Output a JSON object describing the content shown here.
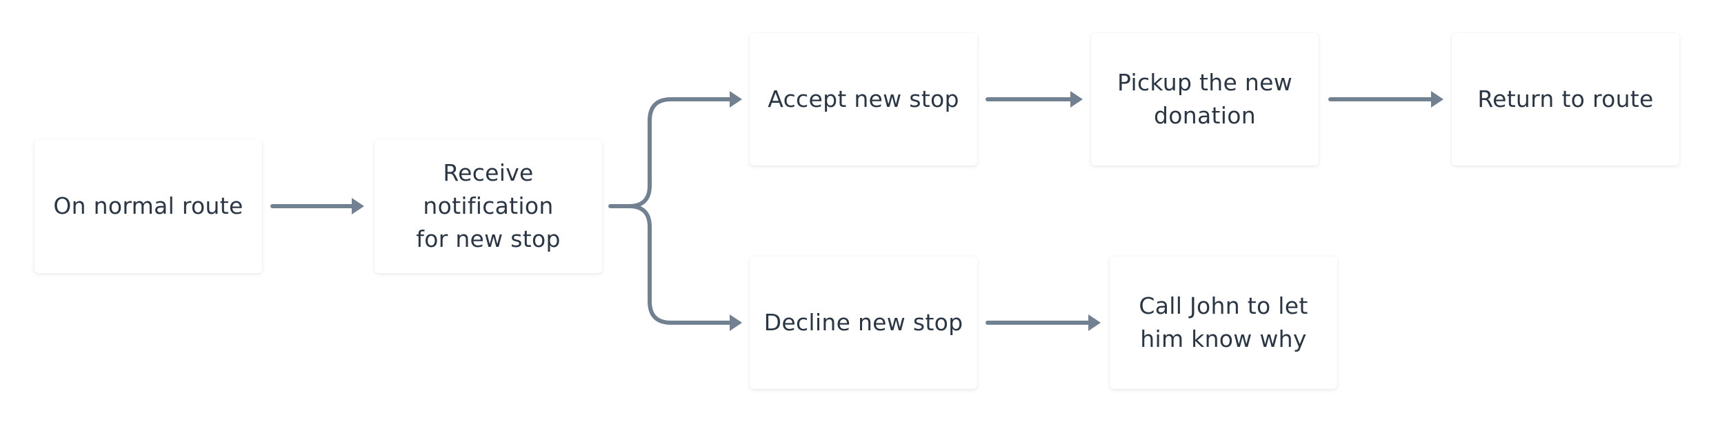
{
  "colors": {
    "connector": "#728192",
    "node_text": "#2a3644",
    "node_fill": "#ffffff",
    "background": "#ffffff"
  },
  "nodes": {
    "normal_route": "On normal route",
    "receive_notification": "Receive\nnotification\nfor new stop",
    "accept_stop": "Accept new stop",
    "pickup_donation": "Pickup the new\ndonation",
    "return_route": "Return to route",
    "decline_stop": "Decline new stop",
    "call_john": "Call John to let\nhim know why"
  }
}
